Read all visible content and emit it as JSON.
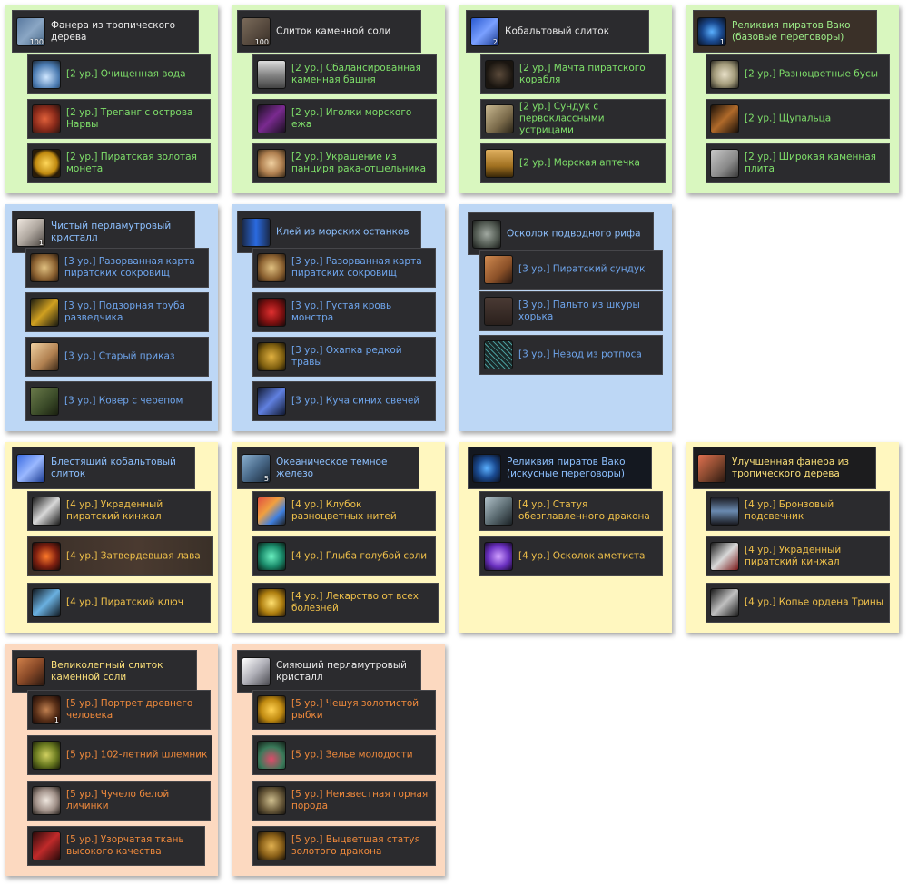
{
  "colors": {
    "tier2_bg": "#d9f7bf",
    "tier3_bg": "#bdd7f5",
    "tier4_bg": "#fff7bf",
    "tier5_bg": "#fcd9c0",
    "tier2_text": "#7fe06a",
    "tier3_text": "#6fa6ee",
    "tier4_text": "#f0c14a",
    "tier5_text": "#f08a3c"
  },
  "panels": [
    {
      "tier": 2,
      "header": {
        "label": "Фанера из тропического дерева",
        "qty": "100",
        "icon": "plywood-icon"
      },
      "items": [
        {
          "label": "[2 ур.] Очищенная вода",
          "icon": "water-flask-icon"
        },
        {
          "label": "[2 ур.] Трепанг с острова Нарвы",
          "icon": "sea-cucumber-icon"
        },
        {
          "label": "[2 ур.] Пиратская золотая монета",
          "icon": "gold-coin-icon"
        }
      ]
    },
    {
      "tier": 2,
      "header": {
        "label": "Слиток каменной соли",
        "qty": "100",
        "icon": "salt-ingot-icon"
      },
      "items": [
        {
          "label": "[2 ур.] Сбалансированная каменная башня",
          "icon": "stone-tower-icon"
        },
        {
          "label": "[2 ур.] Иголки морского ежа",
          "icon": "urchin-needles-icon"
        },
        {
          "label": "[2 ур.] Украшение из панциря рака-отшельника",
          "icon": "shell-ornament-icon"
        }
      ]
    },
    {
      "tier": 2,
      "header": {
        "label": "Кобальтовый слиток",
        "qty": "2",
        "icon": "cobalt-ingot-icon"
      },
      "items": [
        {
          "label": "[2 ур.] Мачта пиратского корабля",
          "icon": "mast-icon"
        },
        {
          "label": "[2 ур.] Сундук с первоклассными устрицами",
          "icon": "oyster-chest-icon"
        },
        {
          "label": "[2 ур.] Морская аптечка",
          "icon": "medkit-icon"
        }
      ]
    },
    {
      "tier": 2,
      "header": {
        "label": "Реликвия пиратов Вако (базовые переговоры)",
        "qty": "1",
        "icon": "relic-icon"
      },
      "items": [
        {
          "label": "[2 ур.] Разноцветные бусы",
          "icon": "beads-icon"
        },
        {
          "label": "[2 ур.] Щупальца",
          "icon": "tentacle-icon"
        },
        {
          "label": "[2 ур.] Широкая каменная плита",
          "icon": "stone-slab-icon"
        }
      ]
    },
    {
      "tier": 3,
      "header": {
        "label": "Чистый перламутровый кристалл",
        "qty": "1",
        "icon": "pearl-crystal-icon"
      },
      "items": [
        {
          "label": "[3 ур.] Разорванная карта пиратских сокровищ",
          "icon": "torn-map-icon"
        },
        {
          "label": "[3 ур.] Подзорная труба разведчика",
          "icon": "spyglass-icon"
        },
        {
          "label": "[3 ур.] Старый приказ",
          "icon": "scroll-icon"
        },
        {
          "label": "[3 ур.] Ковер с черепом",
          "icon": "skull-rug-icon"
        }
      ]
    },
    {
      "tier": 3,
      "header": {
        "label": "Клей из морских останков",
        "qty": "",
        "icon": "glue-jar-icon"
      },
      "items": [
        {
          "label": "[3 ур.] Разорванная карта пиратских сокровищ",
          "icon": "torn-map-icon"
        },
        {
          "label": "[3 ур.] Густая кровь монстра",
          "icon": "blood-vial-icon"
        },
        {
          "label": "[3 ур.] Охапка редкой травы",
          "icon": "herb-bundle-icon"
        },
        {
          "label": "[3 ур.] Куча синих свечей",
          "icon": "blue-candles-icon"
        }
      ]
    },
    {
      "tier": 3,
      "header": {
        "label": "Осколок подводного рифа",
        "qty": "",
        "icon": "reef-shard-icon"
      },
      "items": [
        {
          "label": "[3 ур.] Пиратский сундук",
          "icon": "pirate-chest-icon"
        },
        {
          "label": "[3 ур.] Пальто из шкуры хорька",
          "icon": "fur-coat-icon"
        },
        {
          "label": "[3 ур.] Невод из ротпоса",
          "icon": "fishing-net-icon"
        }
      ]
    },
    {
      "tier": 4,
      "header": {
        "label": "Блестящий кобальтовый слиток",
        "qty": "",
        "icon": "shiny-cobalt-icon"
      },
      "items": [
        {
          "label": "[4 ур.] Украденный пиратский кинжал",
          "icon": "dagger-icon"
        },
        {
          "label": "[4 ур.] Затвердевшая лава",
          "icon": "lava-icon"
        },
        {
          "label": "[4 ур.] Пиратский ключ",
          "icon": "key-icon"
        }
      ]
    },
    {
      "tier": 4,
      "header": {
        "label": "Океаническое темное железо",
        "qty": "5",
        "icon": "dark-iron-icon"
      },
      "items": [
        {
          "label": "[4 ур.] Клубок разноцветных нитей",
          "icon": "yarn-icon"
        },
        {
          "label": "[4 ур.] Глыба голубой соли",
          "icon": "blue-salt-icon"
        },
        {
          "label": "[4 ур.] Лекарство от всех болезней",
          "icon": "panacea-icon"
        }
      ]
    },
    {
      "tier": 4,
      "header": {
        "label": "Реликвия пиратов Вако (искусные переговоры)",
        "qty": "",
        "icon": "relic-icon"
      },
      "items": [
        {
          "label": "[4 ур.] Статуя обезглавленного дракона",
          "icon": "dragon-statue-icon"
        },
        {
          "label": "[4 ур.] Осколок аметиста",
          "icon": "amethyst-icon"
        }
      ]
    },
    {
      "tier": 4,
      "header": {
        "label": "Улучшенная фанера из тропического дерева",
        "qty": "",
        "icon": "improved-plywood-icon"
      },
      "items": [
        {
          "label": "[4 ур.] Бронзовый подсвечник",
          "icon": "candlestick-icon"
        },
        {
          "label": "[4 ур.] Украденный пиратский кинжал",
          "icon": "dagger-icon"
        },
        {
          "label": "[4 ур.] Копье ордена Трины",
          "icon": "spear-icon"
        }
      ]
    },
    {
      "tier": 5,
      "header": {
        "label": "Великолепный слиток каменной соли",
        "qty": "",
        "icon": "magnificent-salt-icon"
      },
      "items": [
        {
          "label": "[5 ур.] Портрет древнего человека",
          "qty": "1",
          "icon": "portrait-icon"
        },
        {
          "label": "[5 ур.] 102-летний шлемник",
          "icon": "skullcap-herb-icon"
        },
        {
          "label": "[5 ур.] Чучело белой личинки",
          "icon": "larva-icon"
        },
        {
          "label": "[5 ур.] Узорчатая ткань высокого качества",
          "icon": "fabric-icon"
        }
      ]
    },
    {
      "tier": 5,
      "header": {
        "label": "Сияющий перламутровый кристалл",
        "qty": "",
        "icon": "shining-pearl-icon"
      },
      "items": [
        {
          "label": "[5 ур.] Чешуя золотистой рыбки",
          "icon": "fish-scale-icon"
        },
        {
          "label": "[5 ур.] Зелье молодости",
          "icon": "youth-potion-icon"
        },
        {
          "label": "[5 ур.] Неизвестная горная порода",
          "icon": "ore-icon"
        },
        {
          "label": "[5 ур.] Выцветшая статуя золотого дракона",
          "icon": "gold-dragon-icon"
        }
      ]
    }
  ]
}
